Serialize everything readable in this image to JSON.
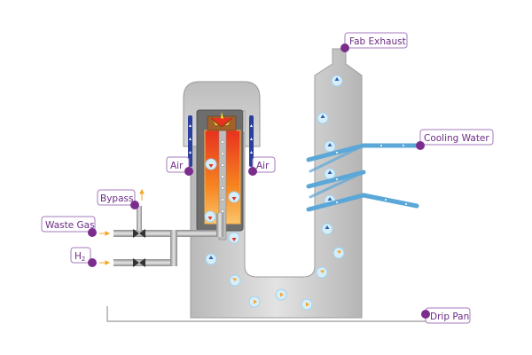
{
  "labels": {
    "fab_exhaust": "Fab Exhaust",
    "cooling_water": "Cooling Water",
    "air_left": "Air",
    "air_right": "Air",
    "bypass": "Bypass",
    "waste_gas": "Waste Gas",
    "h2": "H",
    "h2_sub": "2",
    "drip_pan": "Drip Pan"
  },
  "colors": {
    "callout": "#7b2d8e",
    "callout_text": "#6b2c85",
    "body": "#c8c8c8",
    "flow_arrow": "#f5a623",
    "cooling_pipe": "#5aa7d8",
    "air_duct": "#2b3f9e"
  }
}
